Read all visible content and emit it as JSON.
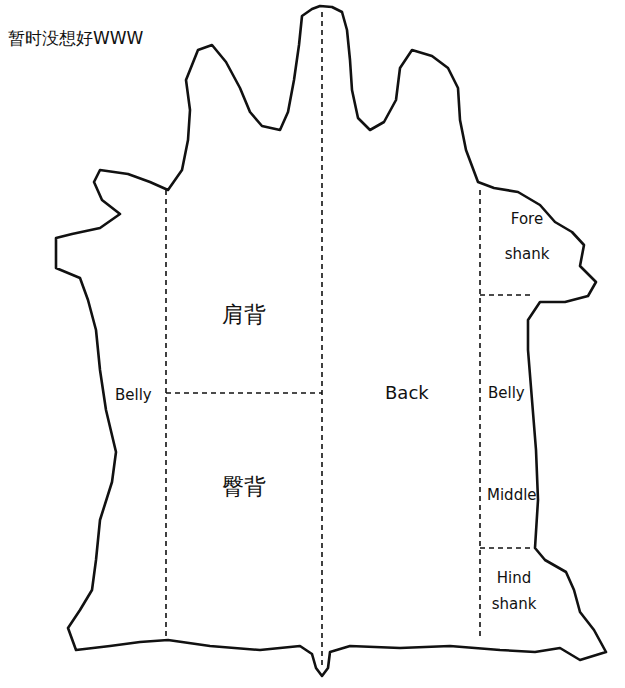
{
  "diagram": {
    "labels": [
      "暂时没想好WWW",
      "Fore shank",
      "肩背",
      "Belly",
      "Back",
      "Belly",
      "Middle",
      "臀背",
      "Hind shank"
    ]
  }
}
